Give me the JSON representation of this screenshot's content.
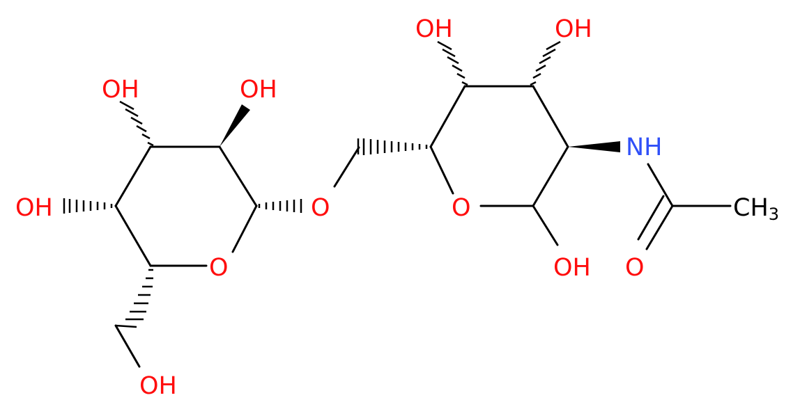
{
  "molecule": {
    "atom_labels": {
      "oh_gal_2": "OH",
      "oh_gal_3": "OH",
      "oh_gal_4": "OH",
      "oh_gal_6": "OH",
      "o_gal_ring": "O",
      "o_glycosidic": "O",
      "oh_glc_3": "OH",
      "oh_glc_4": "OH",
      "o_glc_ring": "O",
      "oh_glc_1": "OH",
      "nh": "NH",
      "o_carbonyl": "O",
      "ch3_c": "CH",
      "ch3_sub": "3"
    },
    "colors": {
      "bond": "#000000",
      "oxygen": "#ff0d0d",
      "nitrogen": "#3050f8",
      "carbon": "#000000"
    }
  }
}
